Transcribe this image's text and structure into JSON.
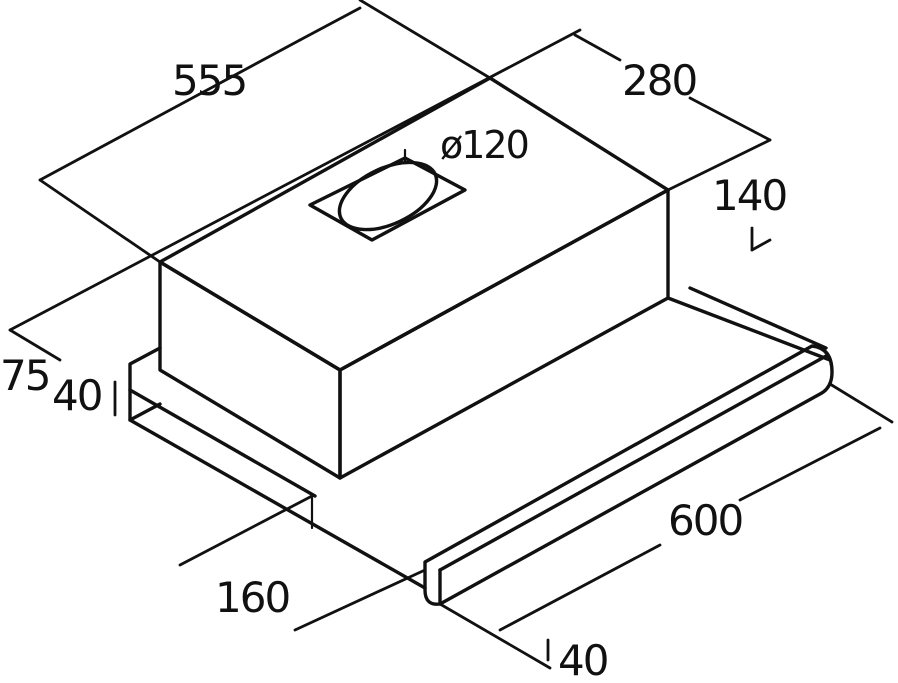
{
  "dimensions": {
    "width_total": "555",
    "depth_top": "280",
    "height_body": "140",
    "duct_diameter": "ø120",
    "front_height_75": "75",
    "front_height_40": "40",
    "slider_depth": "160",
    "width_front": "600",
    "slider_height": "40"
  }
}
